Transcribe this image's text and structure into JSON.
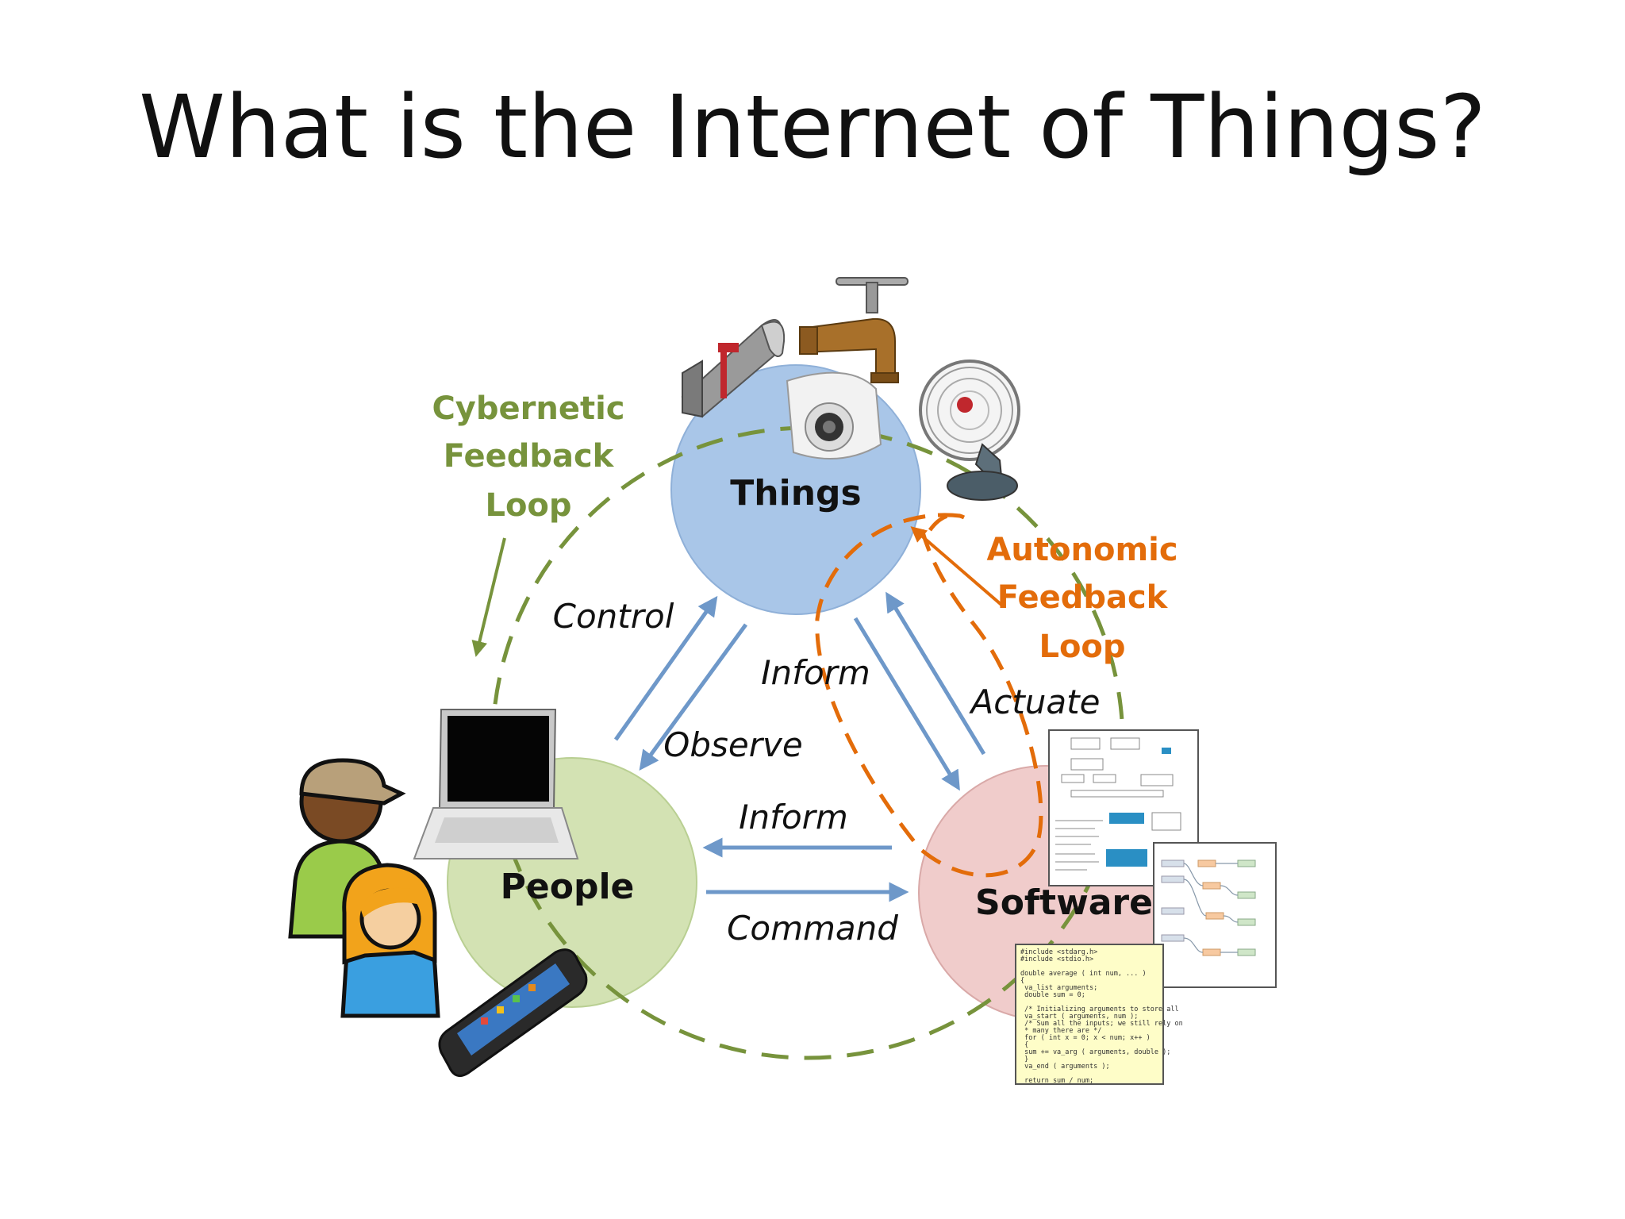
{
  "title": "What is the Internet of Things?",
  "nodes": {
    "things": "Things",
    "people": "People",
    "software": "Software"
  },
  "relations": {
    "control": "Control",
    "observe": "Observe",
    "inform_things_people": "Inform",
    "actuate": "Actuate",
    "inform_software_people": "Inform",
    "command": "Command"
  },
  "loops": {
    "cybernetic": [
      "Cybernetic",
      "Feedback",
      "Loop"
    ],
    "autonomic": [
      "Autonomic",
      "Feedback",
      "Loop"
    ]
  },
  "code_snippet": [
    "#include <stdarg.h>",
    "#include <stdio.h>",
    "",
    "double average ( int num, ... )",
    "{",
    "   va_list arguments;",
    "   double sum = 0;",
    "",
    "   /* Initializing arguments to store all",
    "   va_start ( arguments, num );",
    "   /* Sum all the inputs; we still rely on",
    "    * many there are */",
    "   for ( int x = 0; x < num; x++ )",
    "   {",
    "      sum += va_arg ( arguments, double );",
    "   }",
    "   va_end ( arguments );",
    "",
    "   return sum / num;"
  ],
  "colors": {
    "things_fill": "#a9c6e8",
    "people_fill": "#d3e2b3",
    "software_fill": "#f0cccb",
    "arrow_blue": "#6e98c9",
    "loop_green": "#77933c",
    "loop_orange": "#e36c0a"
  }
}
